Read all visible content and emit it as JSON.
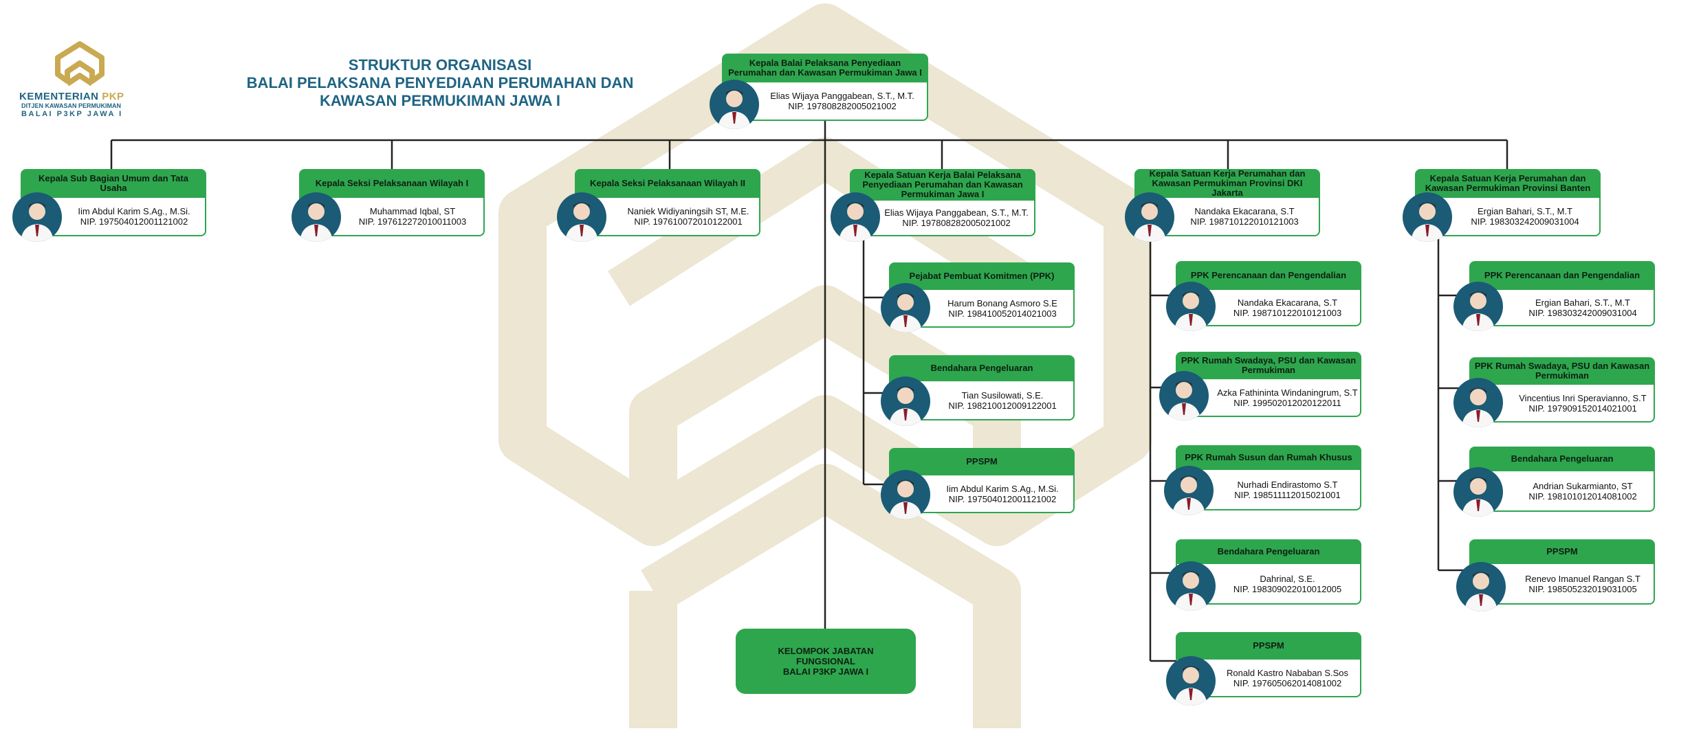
{
  "title": {
    "line1": "STRUKTUR ORGANISASI",
    "line2": "BALAI PELAKSANA PENYEDIAAN PERUMAHAN DAN",
    "line3": "KAWASAN PERMUKIMAN JAWA I"
  },
  "logo": {
    "brand": "KEMENTERIAN",
    "brand_accent": "PKP",
    "subtitle": "DITJEN KAWASAN PERMUKIMAN",
    "unit": "BALAI P3KP JAWA I",
    "icon": "pkp-logo-icon"
  },
  "colors": {
    "green": "#2ea64e",
    "navy": "#1f6483",
    "gold": "#c9a951",
    "watermark": "#e9e3cd",
    "avatar": "#1b5b75"
  },
  "head": {
    "role": "Kepala Balai Pelaksana Penyediaan Perumahan dan Kawasan Permukiman Jawa I",
    "name": "Elias Wijaya Panggabean, S.T., M.T.",
    "nip": "NIP. 197808282005021002"
  },
  "units": [
    {
      "role": "Kepala Sub Bagian Umum dan Tata Usaha",
      "name": "Iim Abdul Karim S.Ag., M.Si.",
      "nip": "NIP. 197504012001121002"
    },
    {
      "role": "Kepala Seksi Pelaksanaan Wilayah I",
      "name": "Muhammad Iqbal, ST",
      "nip": "NIP. 197612272010011003"
    },
    {
      "role": "Kepala Seksi Pelaksanaan Wilayah II",
      "name": "Naniek Widiyaningsih ST, M.E.",
      "nip": "NIP. 197610072010122001"
    },
    {
      "role": "Kepala Satuan Kerja Balai Pelaksana Penyediaan Perumahan dan Kawasan Permukiman Jawa I",
      "name": "Elias Wijaya Panggabean, S.T., M.T.",
      "nip": "NIP. 197808282005021002",
      "children": [
        {
          "role": "Pejabat Pembuat Komitmen (PPK)",
          "name": "Harum Bonang Asmoro S.E",
          "nip": "NIP. 198410052014021003"
        },
        {
          "role": "Bendahara Pengeluaran",
          "name": "Tian Susilowati, S.E.",
          "nip": "NIP. 198210012009122001"
        },
        {
          "role": "PPSPM",
          "name": "Iim Abdul Karim S.Ag., M.Si.",
          "nip": "NIP. 197504012001121002"
        }
      ]
    },
    {
      "role": "Kepala Satuan Kerja Perumahan dan Kawasan Permukiman Provinsi DKI Jakarta",
      "name": "Nandaka Ekacarana, S.T",
      "nip": "NIP. 198710122010121003",
      "children": [
        {
          "role": "PPK Perencanaan dan Pengendalian",
          "name": "Nandaka Ekacarana, S.T",
          "nip": "NIP. 198710122010121003"
        },
        {
          "role": "PPK Rumah Swadaya, PSU dan Kawasan Permukiman",
          "name": "Azka Fathininta Windaningrum, S.T",
          "nip": "NIP. 199502012020122011"
        },
        {
          "role": "PPK Rumah Susun dan Rumah Khusus",
          "name": "Nurhadi Endirastomo S.T",
          "nip": "NIP. 198511112015021001"
        },
        {
          "role": "Bendahara Pengeluaran",
          "name": "Dahrinal, S.E.",
          "nip": "NIP. 198309022010012005"
        },
        {
          "role": "PPSPM",
          "name": "Ronald Kastro Nababan S.Sos",
          "nip": "NIP. 197605062014081002"
        }
      ]
    },
    {
      "role": "Kepala Satuan Kerja Perumahan dan Kawasan Permukiman Provinsi Banten",
      "name": "Ergian Bahari, S.T., M.T",
      "nip": "NIP. 198303242009031004",
      "children": [
        {
          "role": "PPK Perencanaan dan Pengendalian",
          "name": "Ergian Bahari, S.T., M.T",
          "nip": "NIP. 198303242009031004"
        },
        {
          "role": "PPK Rumah Swadaya, PSU dan Kawasan Permukiman",
          "name": "Vincentius Inri Speravianno, S.T",
          "nip": "NIP. 197909152014021001"
        },
        {
          "role": "Bendahara Pengeluaran",
          "name": "Andrian Sukarmianto, ST",
          "nip": "NIP. 198101012014081002"
        },
        {
          "role": "PPSPM",
          "name": "Renevo Imanuel Rangan S.T",
          "nip": "NIP. 198505232019031005"
        }
      ]
    }
  ],
  "functional_group": {
    "line1": "KELOMPOK JABATAN",
    "line2": "FUNGSIONAL",
    "line3": "BALAI P3KP JAWA I"
  }
}
